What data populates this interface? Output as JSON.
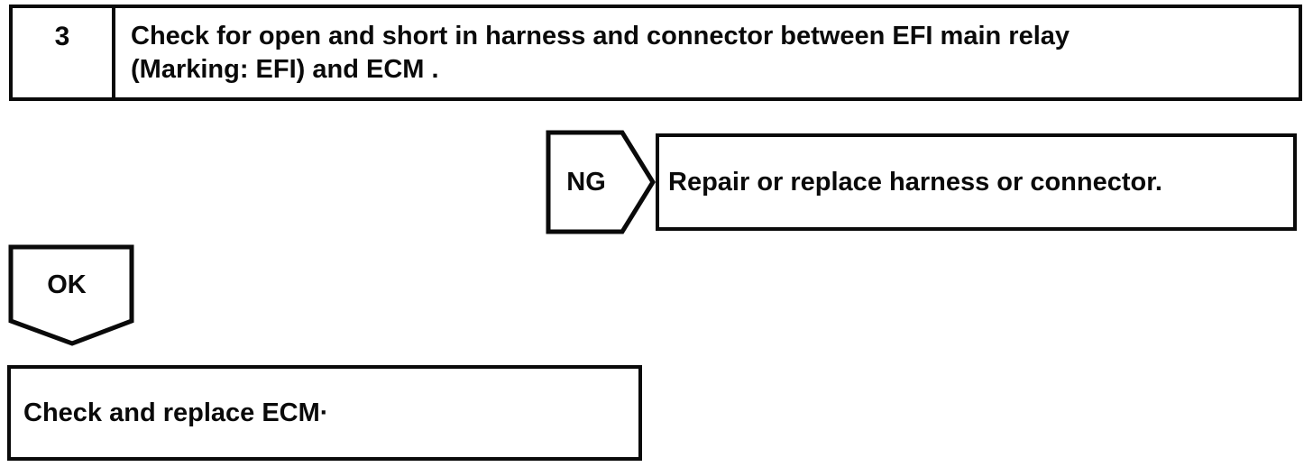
{
  "colors": {
    "ink": "#0a0a0a",
    "background": "#ffffff"
  },
  "flowchart": {
    "step": {
      "number": "3",
      "instruction_lines": [
        "Check for open and short in harness and connector between EFI main relay",
        "(Marking: EFI) and ECM ."
      ]
    },
    "ng": {
      "label": "NG",
      "result": "Repair or replace harness or connector."
    },
    "ok": {
      "label": "OK",
      "result": "Check and replace ECM·"
    }
  }
}
